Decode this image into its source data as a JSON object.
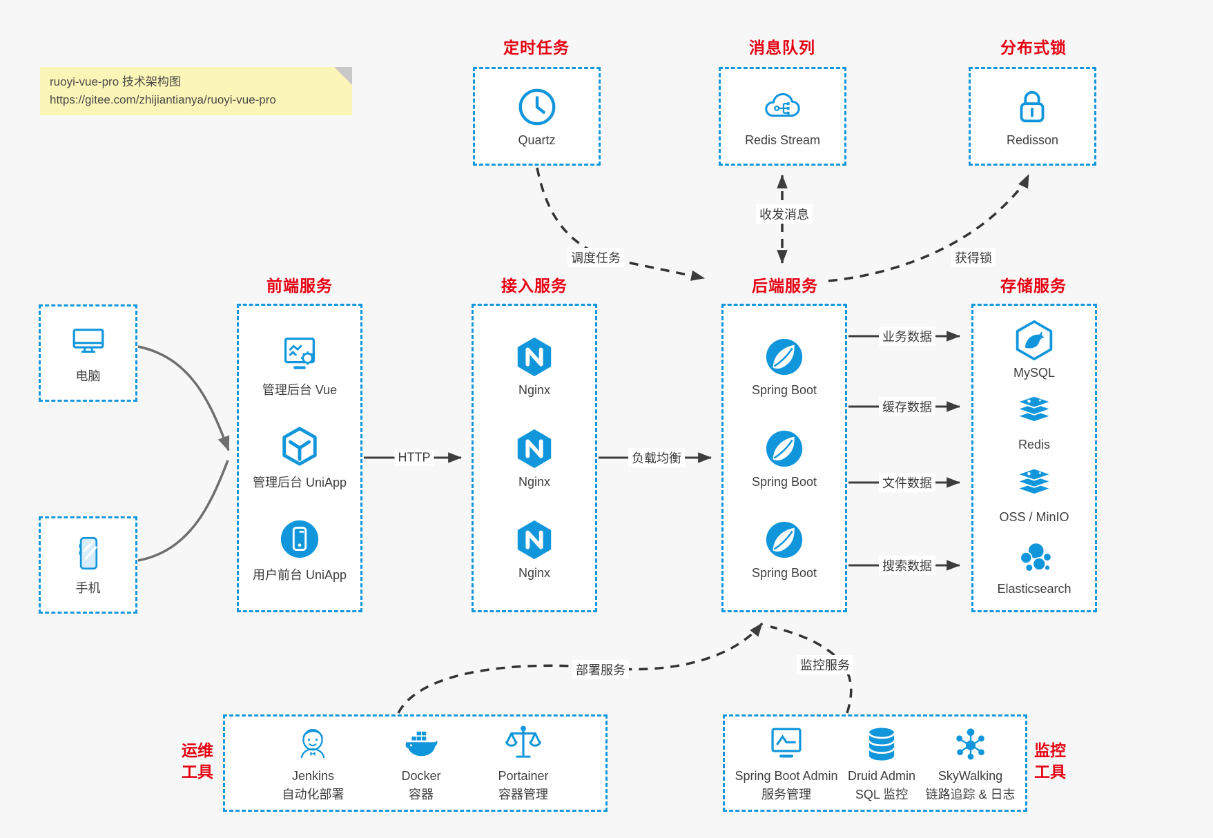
{
  "colors": {
    "accent": "#1296db",
    "heading_red": "#e60012",
    "canvas_bg": "#f7f7f7",
    "note_bg": "#fbf5b7",
    "arrow_dark": "#3d3d3d",
    "arrow_gray": "#6e6e6e"
  },
  "note": {
    "line1": "ruoyi-vue-pro 技术架构图",
    "line2": "https://gitee.com/zhijiantianya/ruoyi-vue-pro"
  },
  "top_services": [
    {
      "title": "定时任务",
      "item": {
        "icon": "clock-icon",
        "label": "Quartz"
      }
    },
    {
      "title": "消息队列",
      "item": {
        "icon": "cloud-stream-icon",
        "label": "Redis Stream"
      }
    },
    {
      "title": "分布式锁",
      "item": {
        "icon": "lock-icon",
        "label": "Redisson"
      }
    }
  ],
  "clients": [
    {
      "icon": "desktop-icon",
      "label": "电脑"
    },
    {
      "icon": "smartphone-icon",
      "label": "手机"
    }
  ],
  "service_columns": [
    {
      "title": "前端服务",
      "items": [
        {
          "icon": "admin-vue-icon",
          "label": "管理后台 Vue"
        },
        {
          "icon": "uniapp-cube-icon",
          "label": "管理后台 UniApp"
        },
        {
          "icon": "mobile-app-icon",
          "label": "用户前台 UniApp"
        }
      ]
    },
    {
      "title": "接入服务",
      "items": [
        {
          "icon": "nginx-icon",
          "label": "Nginx"
        },
        {
          "icon": "nginx-icon",
          "label": "Nginx"
        },
        {
          "icon": "nginx-icon",
          "label": "Nginx"
        }
      ]
    },
    {
      "title": "后端服务",
      "items": [
        {
          "icon": "spring-boot-icon",
          "label": "Spring Boot"
        },
        {
          "icon": "spring-boot-icon",
          "label": "Spring Boot"
        },
        {
          "icon": "spring-boot-icon",
          "label": "Spring Boot"
        }
      ]
    },
    {
      "title": "存储服务",
      "items": [
        {
          "icon": "mysql-icon",
          "label": "MySQL"
        },
        {
          "icon": "redis-stack-icon",
          "label": "Redis"
        },
        {
          "icon": "redis-stack-icon",
          "label": "OSS / MinIO"
        },
        {
          "icon": "elasticsearch-icon",
          "label": "Elasticsearch"
        }
      ]
    }
  ],
  "tool_groups": [
    {
      "title_line1": "运维",
      "title_line2": "工具",
      "items": [
        {
          "icon": "jenkins-icon",
          "label": "Jenkins",
          "sublabel": "自动化部署"
        },
        {
          "icon": "docker-icon",
          "label": "Docker",
          "sublabel": "容器"
        },
        {
          "icon": "portainer-icon",
          "label": "Portainer",
          "sublabel": "容器管理"
        }
      ]
    },
    {
      "title_line1": "监控",
      "title_line2": "工具",
      "items": [
        {
          "icon": "spring-boot-admin-icon",
          "label": "Spring Boot Admin",
          "sublabel": "服务管理"
        },
        {
          "icon": "druid-icon",
          "label": "Druid Admin",
          "sublabel": "SQL 监控"
        },
        {
          "icon": "skywalking-icon",
          "label": "SkyWalking",
          "sublabel": "链路追踪 & 日志"
        }
      ]
    }
  ],
  "edge_labels": {
    "http": "HTTP",
    "load_balance": "负载均衡",
    "schedule": "调度任务",
    "messages": "收发消息",
    "acquire_lock": "获得锁",
    "business_data": "业务数据",
    "cache_data": "缓存数据",
    "file_data": "文件数据",
    "search_data": "搜索数据",
    "deploy": "部署服务",
    "monitor": "监控服务"
  }
}
